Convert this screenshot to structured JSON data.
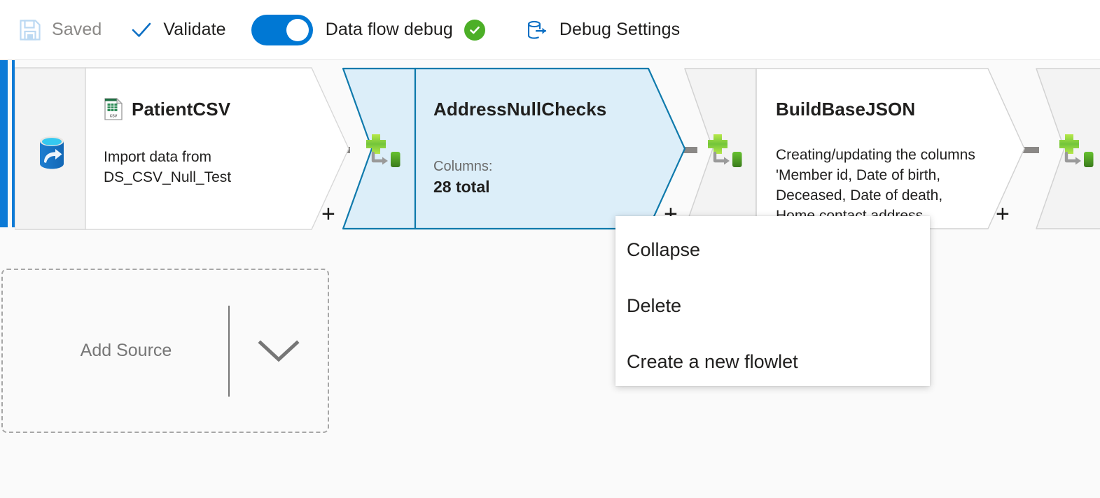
{
  "toolbar": {
    "save": {
      "label": "Saved",
      "icon": "save-floppy-icon",
      "disabled": true
    },
    "validate": {
      "label": "Validate",
      "icon": "checkmark-icon"
    },
    "debug_toggle": {
      "label": "Data flow debug",
      "state": "on",
      "status_icon": "green-check-circle-icon"
    },
    "debug_settings": {
      "label": "Debug Settings",
      "icon": "database-export-icon"
    },
    "accent_color": "#0078d4",
    "status_color": "#4caf27"
  },
  "canvas": {
    "background_color": "#fafafa",
    "stream_rail_color": "#0c7ad6",
    "nodes": [
      {
        "id": "source-1",
        "title": "PatientCSV",
        "description": "Import data from\nDS_CSV_Null_Test",
        "icon": "source-database-icon",
        "title_icon": "csv-file-icon",
        "selected": false,
        "type": "source"
      },
      {
        "id": "transform-1",
        "title": "AddressNullChecks",
        "sub_label": "Columns:",
        "sub_value": "28 total",
        "icon": "derived-column-icon",
        "selected": true,
        "type": "transformation"
      },
      {
        "id": "transform-2",
        "title": "BuildBaseJSON",
        "description": "Creating/updating the columns 'Member id, Date of birth, Deceased, Date of death, Home contact address,",
        "icon": "derived-column-icon",
        "selected": false,
        "type": "transformation"
      },
      {
        "id": "transform-3",
        "title": "",
        "icon": "derived-column-icon",
        "selected": false,
        "type": "transformation"
      }
    ],
    "connector_label": "+",
    "add_source": {
      "label": "Add Source",
      "chevron": "chevron-down-icon"
    }
  },
  "context_menu": {
    "items": [
      {
        "label": "Collapse"
      },
      {
        "label": "Delete"
      },
      {
        "label": "Create a new flowlet"
      }
    ]
  }
}
